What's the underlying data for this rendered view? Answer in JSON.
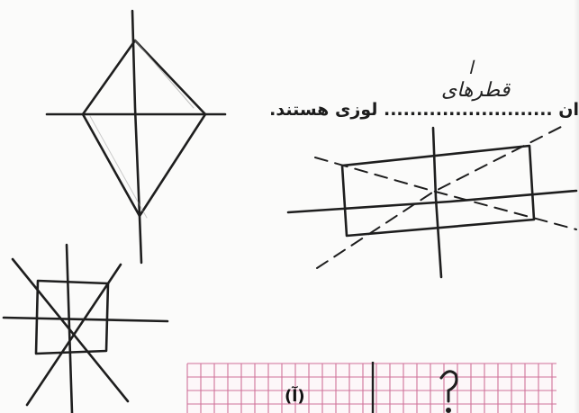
{
  "worksheet": {
    "sentence": "ان .......................... لوزی هستند.",
    "handwritten_answer": "قطرهای",
    "handwritten_mark": "ا",
    "grid_label": "(آ)"
  },
  "ink_color": "#1e1e1e",
  "grid_color": "#c0457a"
}
